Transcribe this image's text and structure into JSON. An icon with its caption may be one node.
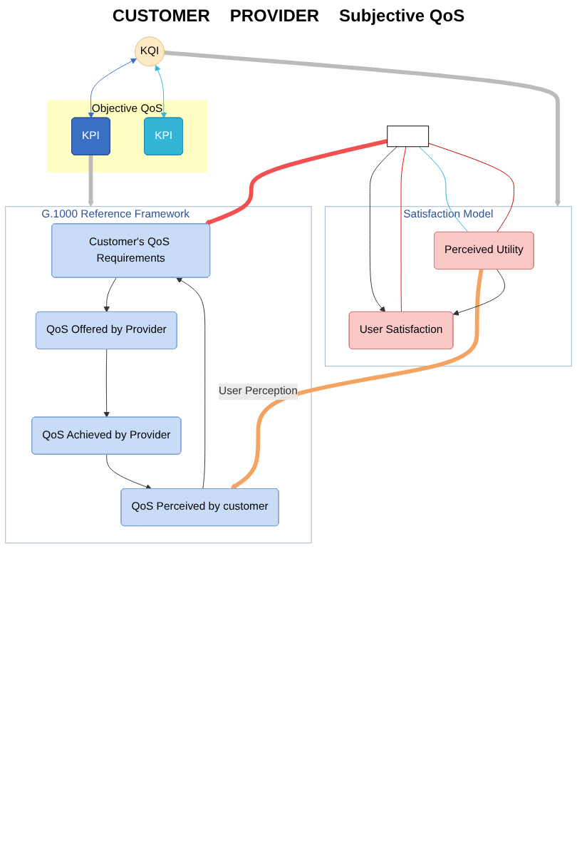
{
  "diagram": {
    "nodes": [
      {
        "text": [
          "G.1000 Reference Framework"
        ]
      },
      {
        "text": [
          "Customer's QoS Requirements"
        ],
        "in": 0
      },
      {
        "text": [
          "QoS Offered by Provider"
        ],
        "in": 0
      },
      {
        "text": [
          "QoS Perceived by customer"
        ],
        "in": 0
      },
      {
        "text": [
          "QoS  Achieved by Provider"
        ],
        "in": 0
      },
      {
        "text": [
          "Satisfaction Model"
        ]
      },
      {
        "text": [
          "User Satisfaction"
        ],
        "in": 5
      },
      {
        "text": [
          "Perceived Utility"
        ],
        "in": 5
      },
      {
        "text": [
          "Objective QoS"
        ]
      },
      {
        "text": [
          "KQI"
        ]
      },
      {
        "text": [
          "KPI"
        ],
        "in": 8
      },
      {
        "text": [
          "KPI"
        ],
        "in": 8
      },
      {
        "text": [],
        "shape": "box"
      }
    ],
    "edges": [
      {
        "from": 12,
        "to": 1,
        "arrow": "to",
        "style": "thick",
        "color": "#f05050"
      },
      {
        "from": 1,
        "to": 2,
        "arrow": "to"
      },
      {
        "from": 2,
        "to": 4,
        "arrow": "to"
      },
      {
        "from": 4,
        "to": 3,
        "arrow": "to"
      },
      {
        "from": 3,
        "to": 1,
        "arrow": "to"
      },
      {
        "from": 7,
        "to": 3,
        "arrow": "to",
        "label": "User Perception",
        "style": "thick",
        "color": "#f4a460"
      },
      {
        "from": 7,
        "to": 6,
        "arrow": "to"
      },
      {
        "from": 12,
        "to": 6,
        "arrow": "to"
      },
      {
        "from": 12,
        "to": 6,
        "arrow": "none",
        "color": "#ff0000"
      },
      {
        "from": 12,
        "to": 7,
        "arrow": "none",
        "color": "#29abe2"
      },
      {
        "from": 12,
        "to": 7,
        "arrow": "none",
        "color": "#c00000"
      },
      {
        "from": 9,
        "to": 10,
        "arrow": "both",
        "color": "#3a6fc4"
      },
      {
        "from": 9,
        "to": 11,
        "arrow": "both",
        "color": "#33b5d8"
      },
      {
        "from": 9,
        "to": 5,
        "arrow": "to",
        "style": "thick",
        "color": "#bbbbbb"
      },
      {
        "from": 10,
        "to": 0,
        "arrow": "to",
        "style": "thick",
        "color": "#bbbbbb"
      }
    ],
    "labels": [
      "CUSTOMER",
      "PROVIDER",
      "Subjective QoS"
    ]
  }
}
